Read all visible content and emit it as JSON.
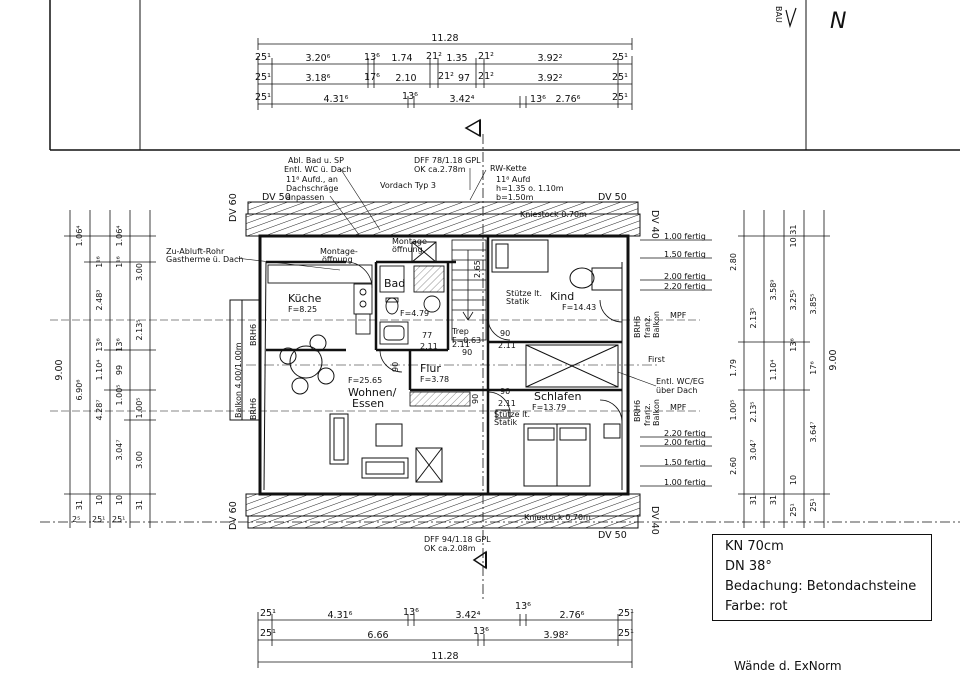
{
  "top_dims": {
    "overall": "11.28",
    "row1": [
      "25¹",
      "3.20⁶",
      "13⁶",
      "1.74",
      "21²",
      "1.35",
      "21²",
      "3.92²",
      "25¹"
    ],
    "row2": [
      "25¹",
      "3.18⁶",
      "17⁶",
      "2.10",
      "21²",
      "97",
      "21²",
      "3.92²",
      "25¹"
    ],
    "row3": [
      "25¹",
      "4.31⁶",
      "13⁶",
      "3.42⁴",
      "13⁶",
      "2.76⁶",
      "25¹"
    ]
  },
  "bottom_dims": {
    "row1": [
      "25¹",
      "4.31⁶",
      "13⁶",
      "3.42⁴",
      "13⁶",
      "2.76⁶",
      "25¹"
    ],
    "row2": [
      "25¹",
      "6.66",
      "13⁶",
      "3.98²",
      "25¹"
    ],
    "overall": "11.28"
  },
  "left_dims": {
    "c1": [
      "9.00"
    ],
    "c2": [
      "6.90⁶",
      "1.06⁴",
      "31",
      "2⁵"
    ],
    "c3": [
      "4.28⁷",
      "2.48³",
      "1.10⁴",
      "13⁶",
      "1¹⁶",
      "25¹",
      "10"
    ],
    "c4": [
      "3.04⁷",
      "1.00⁵",
      "99",
      "13⁶",
      "1¹⁶",
      "1.06⁴",
      "25¹",
      "10"
    ],
    "c5": [
      "3.00",
      "2.13⁵",
      "1.00⁵",
      "3.00",
      "31"
    ]
  },
  "right_dims": {
    "c1": [
      "2.80",
      "1.79",
      "2.60",
      "2.13⁵",
      "1.00⁵",
      "31"
    ],
    "c2": [
      "3.58⁹",
      "1.10⁴",
      "2.13⁵",
      "3.04⁷",
      "31"
    ],
    "c3": [
      "3.25⁵",
      "13⁶",
      "10",
      "25¹",
      "10.31"
    ],
    "c4": [
      "3.85⁵",
      "17⁶",
      "3.64⁷",
      "25¹"
    ],
    "c5": [
      "9.00"
    ]
  },
  "annotations": {
    "abl_bad": "Abl. Bad u. SP",
    "entl_wc": "Entl. WC ü. Dach",
    "aufd_an": "11⁸ Aufd., an",
    "dachschraege": "Dachschräge",
    "anpassen": "anpassen",
    "vordach": "Vordach  Typ 3",
    "dff_top1": "DFF 78/1.18 GPL",
    "dff_top2": "OK ca.2.78m",
    "rw_kette": "RW-Kette",
    "aufd2": "11⁸ Aufd",
    "h_val": "h=1.35 o. 1.10m",
    "b_val": "b=1.50m",
    "zu_abluft": "Zu-Abluft-Rohr",
    "gastherme": "Gastherme ü. Dach",
    "montage1a": "Montage-",
    "montage1b": "öffnung",
    "montage2a": "Montage-",
    "montage2b": "öffnung",
    "dv50_tl": "DV 50",
    "dv60_tl": "DV 60",
    "dv50_tr": "DV 50",
    "dv40_tr": "DV 40",
    "dv60_bl": "DV 60",
    "dv40_br": "DV 40",
    "dv50_br": "DV 50",
    "kniestock_top": "Kniestock 0.70m",
    "kniestock_bot": "Kniestock 0.70m",
    "dff_bot1": "DFF 94/1.18 GPL",
    "dff_bot2": "OK ca.2.08m",
    "stuetze1": "Stütze lt.",
    "statik1": "Statik",
    "stuetze2": "Stütze lt.",
    "statik2": "Statik",
    "balkon": "Balkon  4.00/1.00m",
    "brh_a": "BRH6",
    "brh_b": "BRH6",
    "brh_c": "BRH6",
    "brh_d": "BRH6",
    "franz1a": "franz.",
    "franz1b": "Balkon",
    "mpf1": "MPF",
    "franz2a": "franz.",
    "franz2b": "Balkon",
    "mpf2": "MPF",
    "first": "First",
    "entl_wc_eg1": "Entl. WC/EG",
    "entl_wc_eg2": "über Dach",
    "d77": "77",
    "d211a": "2.11",
    "d90a": "90",
    "d211b": "2.11",
    "d90b": "90",
    "d211c": "2.11",
    "d90c": "90",
    "d211d": "2.11",
    "d90d": "90",
    "d90e": "90",
    "d265": "2.65"
  },
  "right_levels": [
    "1.00 fertig",
    "1.50 fertig",
    "2.00 fertig",
    "2.20 fertig",
    "2.20 fertig",
    "2.00 fertig",
    "1.50 fertig",
    "1.00 fertig"
  ],
  "rooms": {
    "kueche": {
      "name": "Küche",
      "area": "F=8.25"
    },
    "bad": {
      "name": "Bad",
      "area": "F=4.79"
    },
    "trep": {
      "name": "Trep",
      "area": "F=0.63"
    },
    "kind": {
      "name": "Kind",
      "area": "F=14.43"
    },
    "wohnen": {
      "name": "Wohnen/",
      "name2": "Essen",
      "area": "F=25.65"
    },
    "flur": {
      "name": "Flur",
      "area": "F=3.78"
    },
    "schlafen": {
      "name": "Schlafen",
      "area": "F=13.79"
    }
  },
  "corner": {
    "bal": "BAU",
    "north": "N"
  },
  "info": {
    "kn": "KN 70cm",
    "dn": "DN 38°",
    "bedachung": "Bedachung: Betondachsteine",
    "farbe": "Farbe: rot"
  },
  "footer": "Wände d. ExNorm"
}
